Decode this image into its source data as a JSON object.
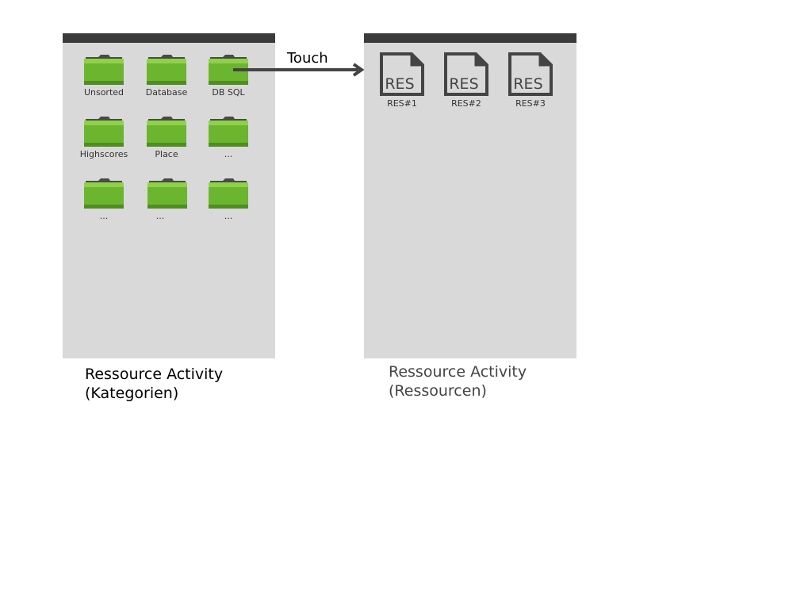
{
  "left_screen": {
    "folders": [
      {
        "label": "Unsorted"
      },
      {
        "label": "Database"
      },
      {
        "label": "DB SQL"
      },
      {
        "label": "Highscores"
      },
      {
        "label": "Place"
      },
      {
        "label": "..."
      },
      {
        "label": "..."
      },
      {
        "label": "..."
      },
      {
        "label": "..."
      }
    ],
    "caption_line1": "Ressource Activity",
    "caption_line2": "(Kategorien)"
  },
  "right_screen": {
    "resources": [
      {
        "icon_text": "RES",
        "label": "RES#1"
      },
      {
        "icon_text": "RES",
        "label": "RES#2"
      },
      {
        "icon_text": "RES",
        "label": "RES#3"
      }
    ],
    "caption_line1": "Ressource Activity",
    "caption_line2": "(Ressourcen)"
  },
  "arrow_label": "Touch",
  "colors": {
    "screen_bg": "#d9d9d9",
    "title_bar": "#3b3b3b",
    "folder_green": "#6cb52e",
    "arrow": "#444444"
  }
}
